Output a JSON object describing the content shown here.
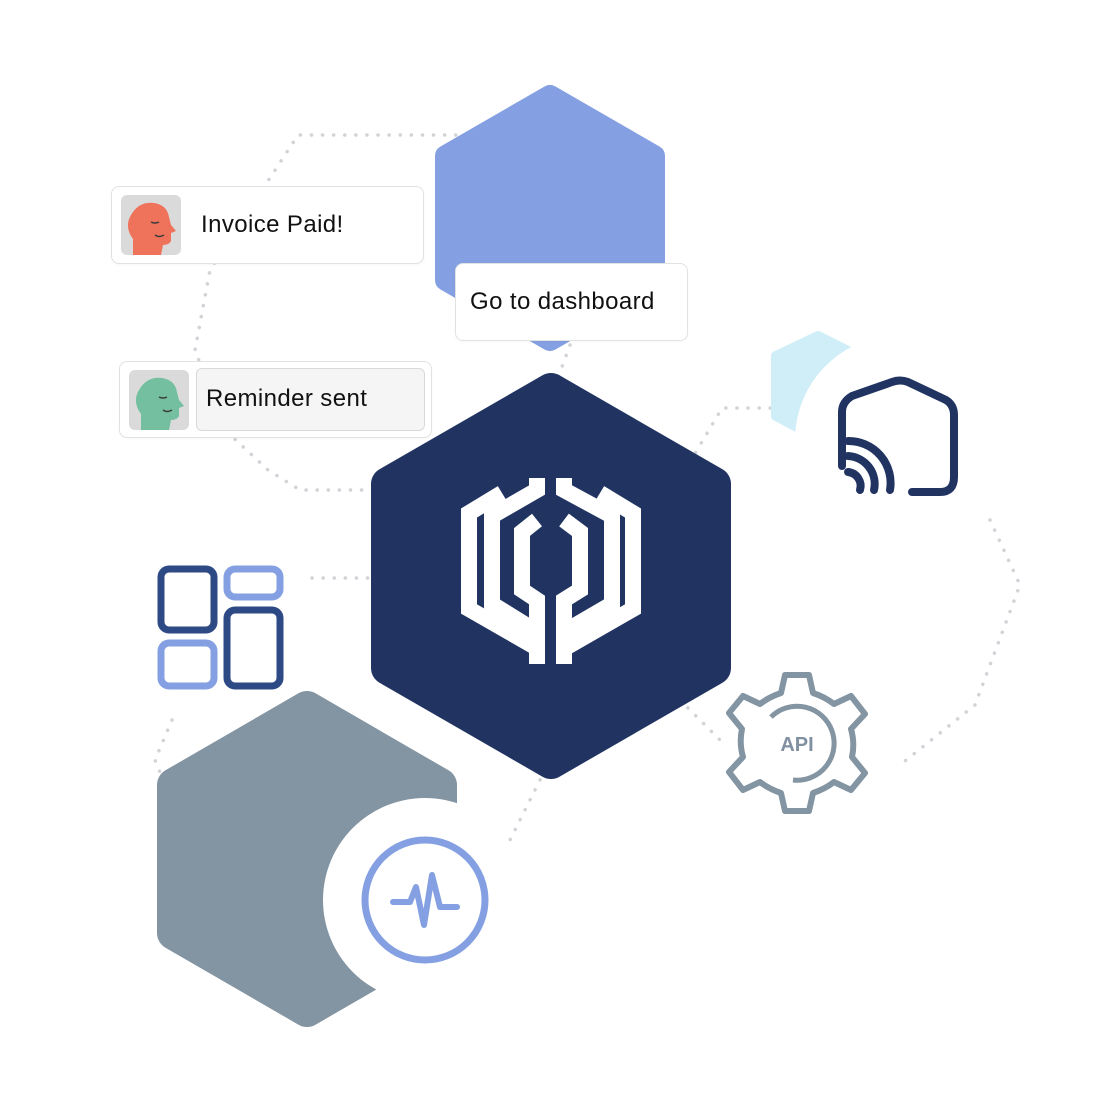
{
  "notifications": {
    "invoice": {
      "label": "Invoice Paid!"
    },
    "dashboard": {
      "label": "Go to dashboard"
    },
    "reminder": {
      "label": "Reminder sent"
    }
  },
  "api_badge": {
    "label": "API"
  },
  "colors": {
    "navy": "#213461",
    "periwinkle": "#84a0e2",
    "slate": "#8394a2",
    "light_cyan": "#cfeef7",
    "avatar_coral": "#ef735b",
    "avatar_green": "#73bfa0",
    "dots": "#d0d3d7"
  },
  "icons": [
    "logo-hex-icon",
    "smart-home-icon",
    "api-gear-icon",
    "pulse-monitor-icon",
    "dashboard-layout-icon",
    "avatar-face-icon"
  ]
}
